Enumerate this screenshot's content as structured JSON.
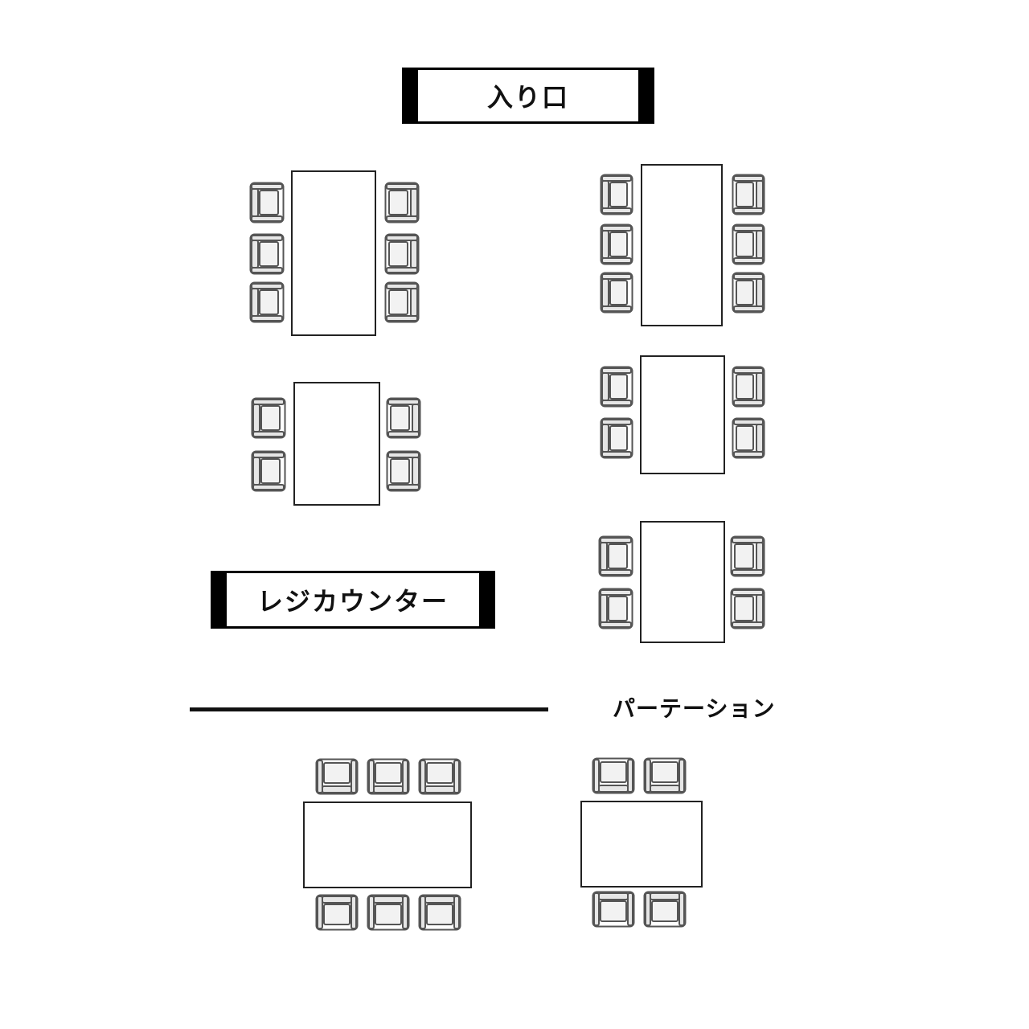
{
  "labels": {
    "entrance": "入り口",
    "register": "レジカウンター",
    "partition": "パーテーション"
  }
}
